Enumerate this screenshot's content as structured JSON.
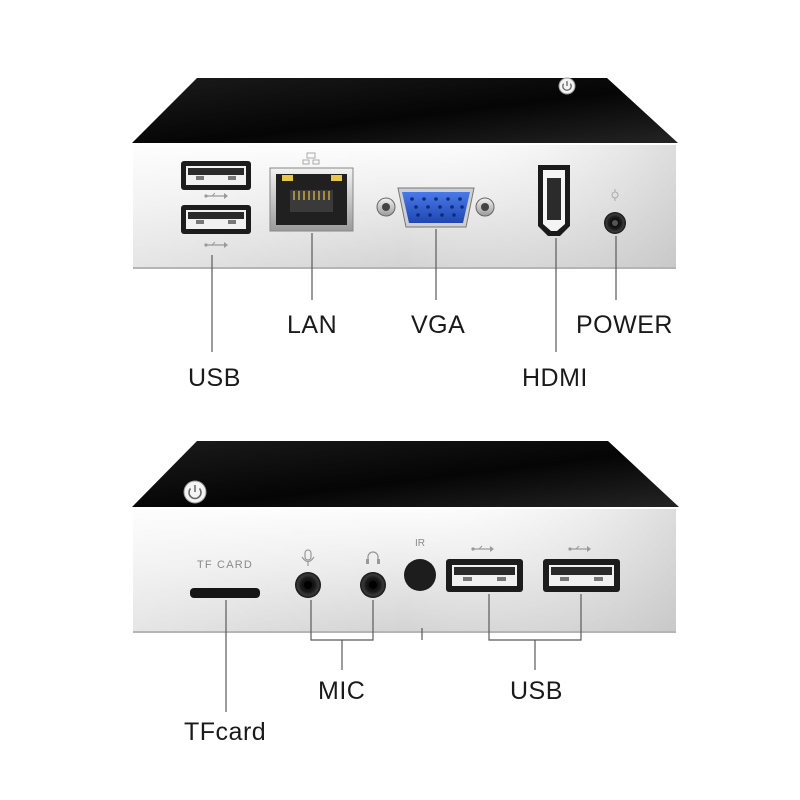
{
  "device_top": {
    "power_symbol": "power-icon",
    "port_glyphs": {
      "usb_1": "usb-icon",
      "usb_2": "usb-icon",
      "lan": "network-icon",
      "power": "power-plug-icon"
    },
    "callouts": {
      "usb": "USB",
      "lan": "LAN",
      "vga": "VGA",
      "hdmi": "HDMI",
      "power": "POWER"
    }
  },
  "device_bottom": {
    "power_symbol": "power-icon",
    "port_labels": {
      "tf_card": "TF CARD",
      "ir": "IR"
    },
    "port_glyphs": {
      "mic": "microphone-icon",
      "headphone": "headphone-icon",
      "usb_1": "usb-icon",
      "usb_2": "usb-icon"
    },
    "callouts": {
      "mic": "MIC",
      "usb": "USB",
      "tfcard": "TFcard"
    }
  },
  "colors": {
    "device_top": "#0c0c0c",
    "device_face": "#e9e9e9",
    "vga_blue": "#2f5fd0",
    "leader_line": "#5a5a5a",
    "label_text": "#1a1a1a"
  }
}
